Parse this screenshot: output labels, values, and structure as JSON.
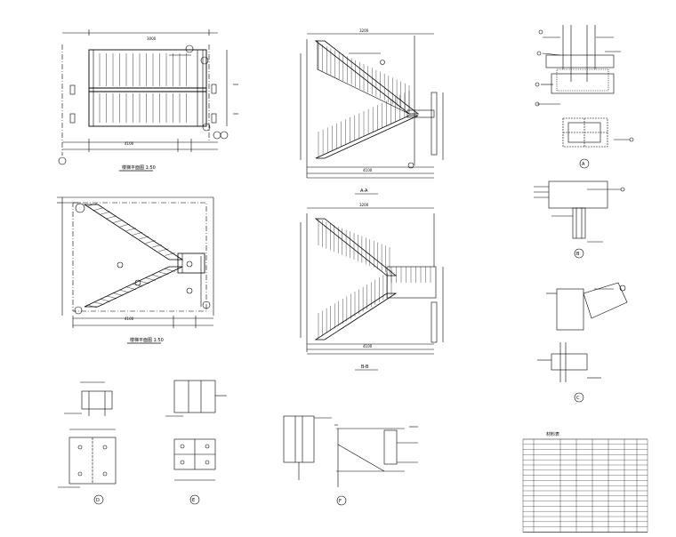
{
  "drawing": {
    "views": {
      "plan_top": {
        "caption": "楼梯平面图 1:50"
      },
      "plan_bottom": {
        "caption": "楼梯平面图 1:50"
      },
      "section_upper": {
        "caption": "A-A"
      },
      "section_lower": {
        "caption": "B-B"
      }
    },
    "detail_marks": {
      "A": "A",
      "B": "B",
      "C": "C",
      "D": "D",
      "E": "E",
      "F": "F"
    },
    "table": {
      "title": "材料表",
      "rows": 18
    }
  },
  "colors": {
    "line": "#000000",
    "paper": "#ffffff"
  }
}
